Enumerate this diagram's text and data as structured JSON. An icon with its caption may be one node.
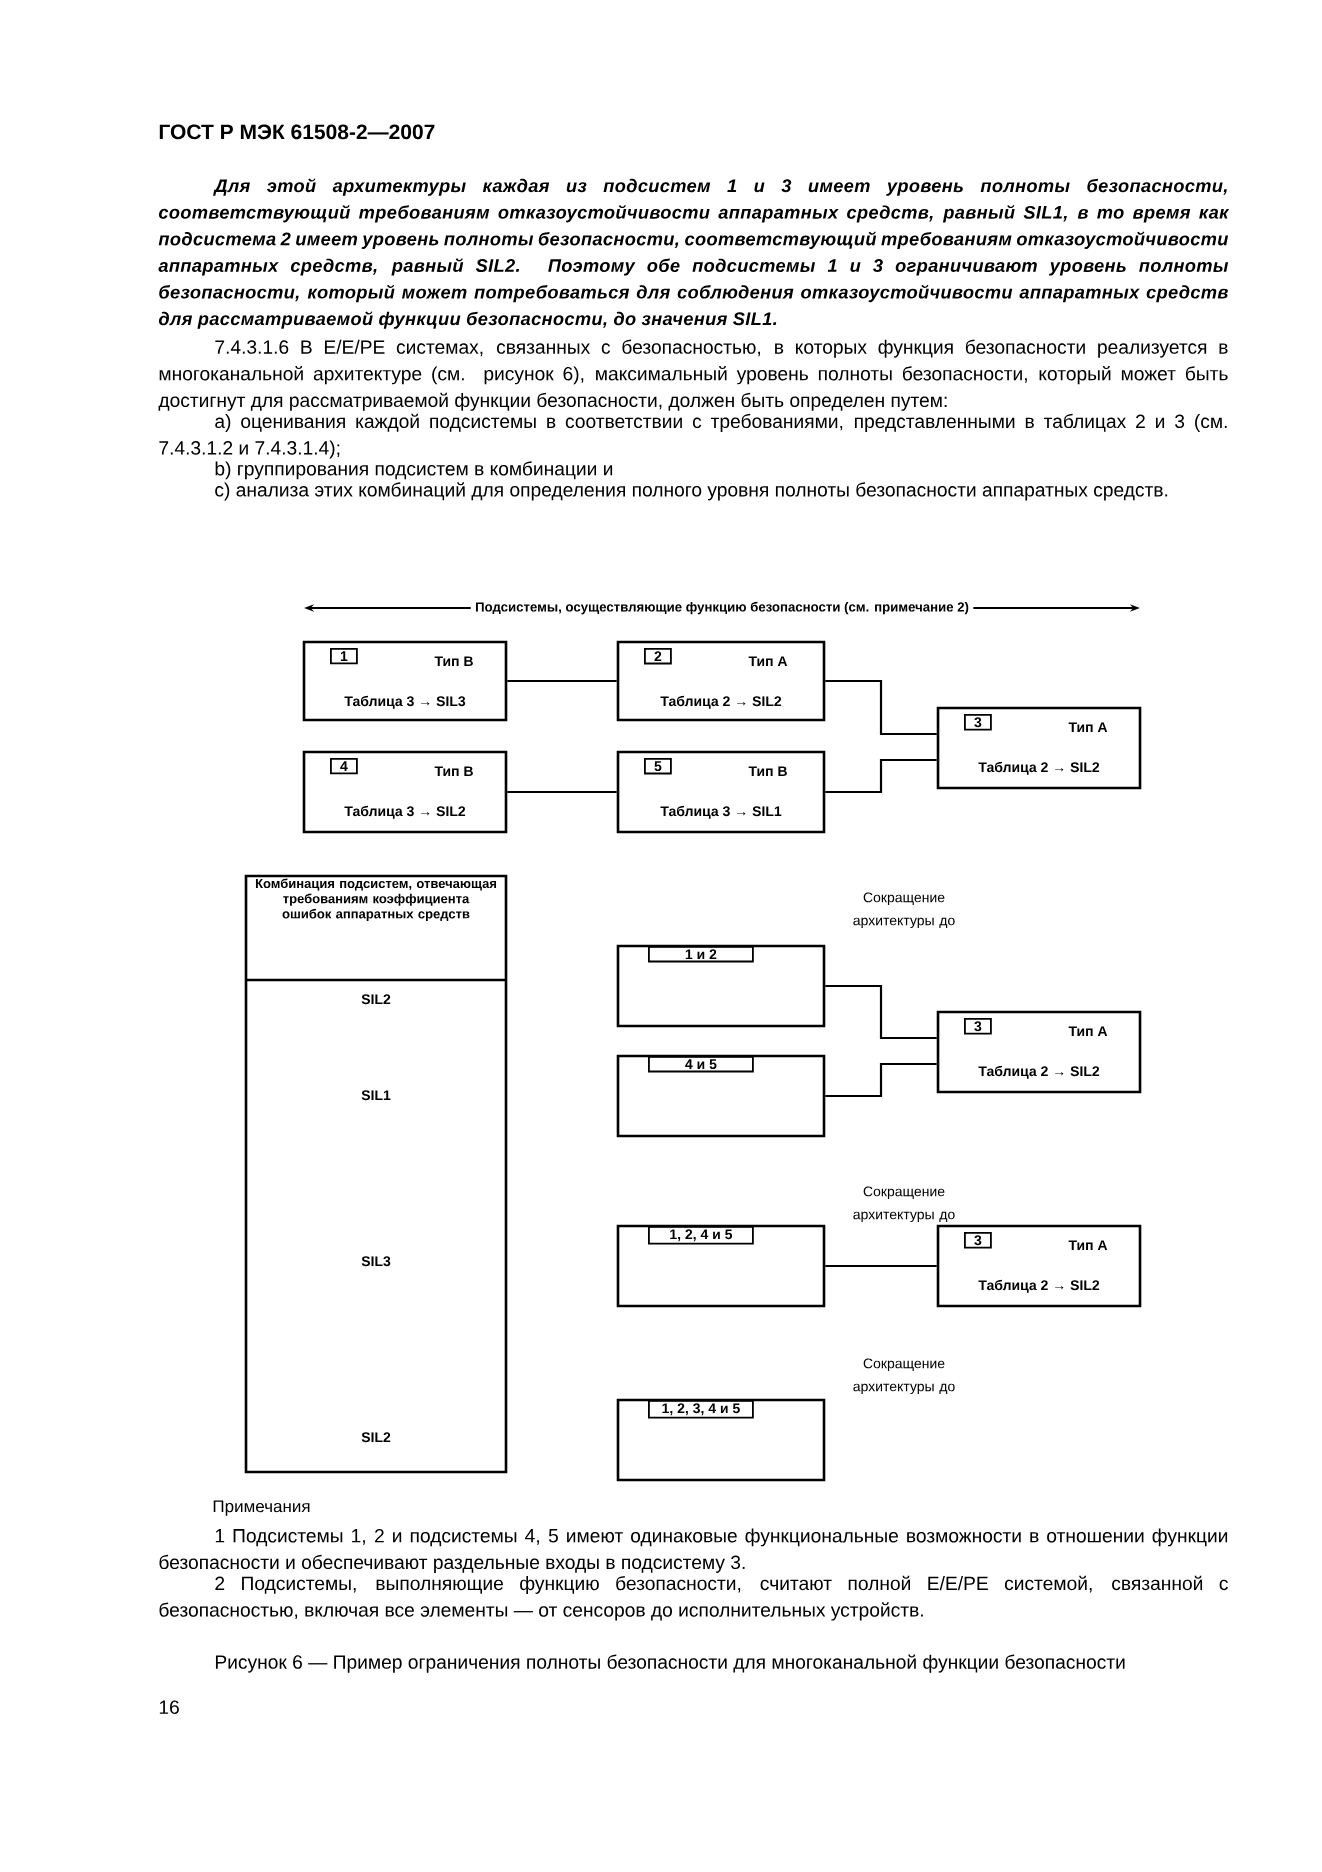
{
  "diagram": {
    "caption": "Рисунок 6 — Пример ограничения полноты безопасности для многоканальной функции безопасности",
    "nodes": [
      {
        "text": [
          "1",
          "Тип B",
          "Таблица 3 → SIL3"
        ]
      },
      {
        "text": [
          "2",
          "Тип A",
          "Таблица 2 → SIL2"
        ]
      },
      {
        "text": [
          "3",
          "Тип A",
          "Таблица 2 → SIL2"
        ]
      },
      {
        "text": [
          "4",
          "Тип B",
          "Таблица 3 → SIL2"
        ]
      },
      {
        "text": [
          "5",
          "Тип B",
          "Таблица 3 → SIL1"
        ]
      },
      {
        "text": [
          "1 и 2"
        ]
      },
      {
        "text": [
          "3",
          "Тип A",
          "Таблица 2 → SIL2"
        ]
      },
      {
        "text": [
          "4 и 5"
        ]
      },
      {
        "text": [
          "1, 2, 4 и 5"
        ]
      },
      {
        "text": [
          "3",
          "Тип A",
          "Таблица 2 → SIL2"
        ]
      },
      {
        "text": [
          "1, 2, 3, 4 и 5"
        ]
      }
    ],
    "edges": [
      {
        "from": 0,
        "to": 1,
        "arrow": "none"
      },
      {
        "from": 1,
        "to": 2,
        "arrow": "none"
      },
      {
        "from": 3,
        "to": 4,
        "arrow": "none"
      },
      {
        "from": 4,
        "to": 2,
        "arrow": "none"
      },
      {
        "from": 5,
        "to": 6,
        "arrow": "none"
      },
      {
        "from": 7,
        "to": 6,
        "arrow": "none"
      },
      {
        "from": 8,
        "to": 9,
        "arrow": "none"
      }
    ],
    "labels": [
      "ГОСТ Р МЭК 61508-2—2007",
      "Для этой архитектуры каждая из подсистем 1 и 3 имеет уровень полноты безопасности, соответствующий требованиям отказоустойчивости аппаратных средств, равный SIL1, в то время как подсистема 2 имеет уровень полноты безопасности, соответствующий требованиям отказоустойчивости аппаратных средств, равный SIL2. Поэтому обе подсистемы 1 и 3 ограничивают уровень полноты безопасности, который может потребоваться для соблюдения отказоустойчивости аппаратных средств для рассматриваемой функции безопасности, до значения SIL1.",
      "7.4.3.1.6 В E/E/PE системах, связанных с безопасностью, в которых функция безопасности реализуется в многоканальной архитектуре (см. рисунок 6), максимальный уровень полноты безопасности, который может быть достигнут для рассматриваемой функции безопасности, должен быть определен путем:",
      "a) оценивания каждой подсистемы в соответствии с требованиями, представленными в таблицах 2 и 3 (см. 7.4.3.1.2 и 7.4.3.1.4);",
      "b) группирования подсистем в комбинации и",
      "c) анализа этих комбинаций для определения полного уровня полноты безопасности аппаратных средств.",
      "Подсистемы, осуществляющие функцию безопасности (см. примечание 2)",
      "Комбинация подсистем, отвечающая требованиям коэффициента ошибок аппаратных средств",
      "Сокращение архитектуры до",
      "SIL2",
      "SIL1",
      "Сокращение архитектуры до",
      "SIL3",
      "Сокращение архитектуры до",
      "SIL2",
      "Примечания",
      "1 Подсистемы 1, 2 и подсистемы 4, 5 имеют одинаковые функциональные возможности в отношении функции безопасности и обеспечивают раздельные входы в подсистему 3.",
      "2 Подсистемы, выполняющие функцию безопасности, считают полной E/E/PE системой, связанной с безопасностью, включая все элементы — от сенсоров до исполнительных устройств.",
      "16"
    ]
  }
}
